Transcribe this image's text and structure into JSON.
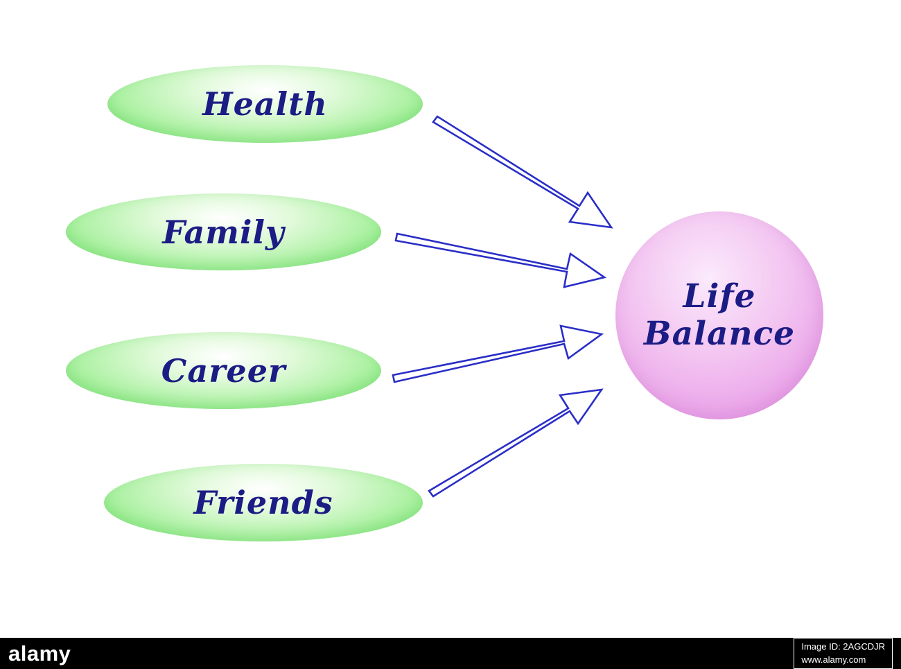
{
  "diagram": {
    "nodes": [
      {
        "label": "Health"
      },
      {
        "label": "Family"
      },
      {
        "label": "Career"
      },
      {
        "label": "Friends"
      }
    ],
    "center": {
      "label_line1": "Life",
      "label_line2": "Balance"
    }
  },
  "colors": {
    "node_fill": "#90ee90",
    "center_fill": "#eeaaee",
    "text": "#1c1c85",
    "arrow_stroke": "#2a2ec6",
    "footer_bg": "#000000"
  },
  "footer": {
    "brand": "alamy",
    "image_id": "Image ID: 2AGCDJR",
    "url": "www.alamy.com"
  }
}
